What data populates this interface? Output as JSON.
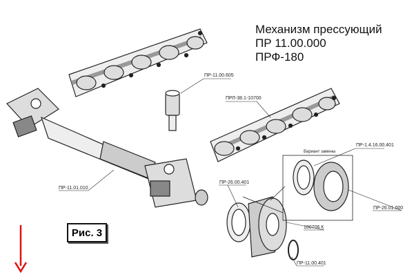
{
  "title": {
    "line1": "Механизм прессующий",
    "line2": "ПР 11.00.000",
    "line3": "ПРФ-180"
  },
  "figure_label": "Рис. 3",
  "parts": {
    "pin": "ПР-11.00.605",
    "chain": "ПРЛ-38.1-10700",
    "replacement_variant": "Вариант замены",
    "alt_ring": "ПР-1.4.16.00.401",
    "rod": "ПР-11.01.010",
    "washer": "ПР-26.00.401",
    "alt_roller": "ПР-26.01.000",
    "bearing": "180706 К",
    "circlip": "ПР-11.00.401"
  },
  "colors": {
    "arrow": "#e01010",
    "lines": "#222222"
  }
}
